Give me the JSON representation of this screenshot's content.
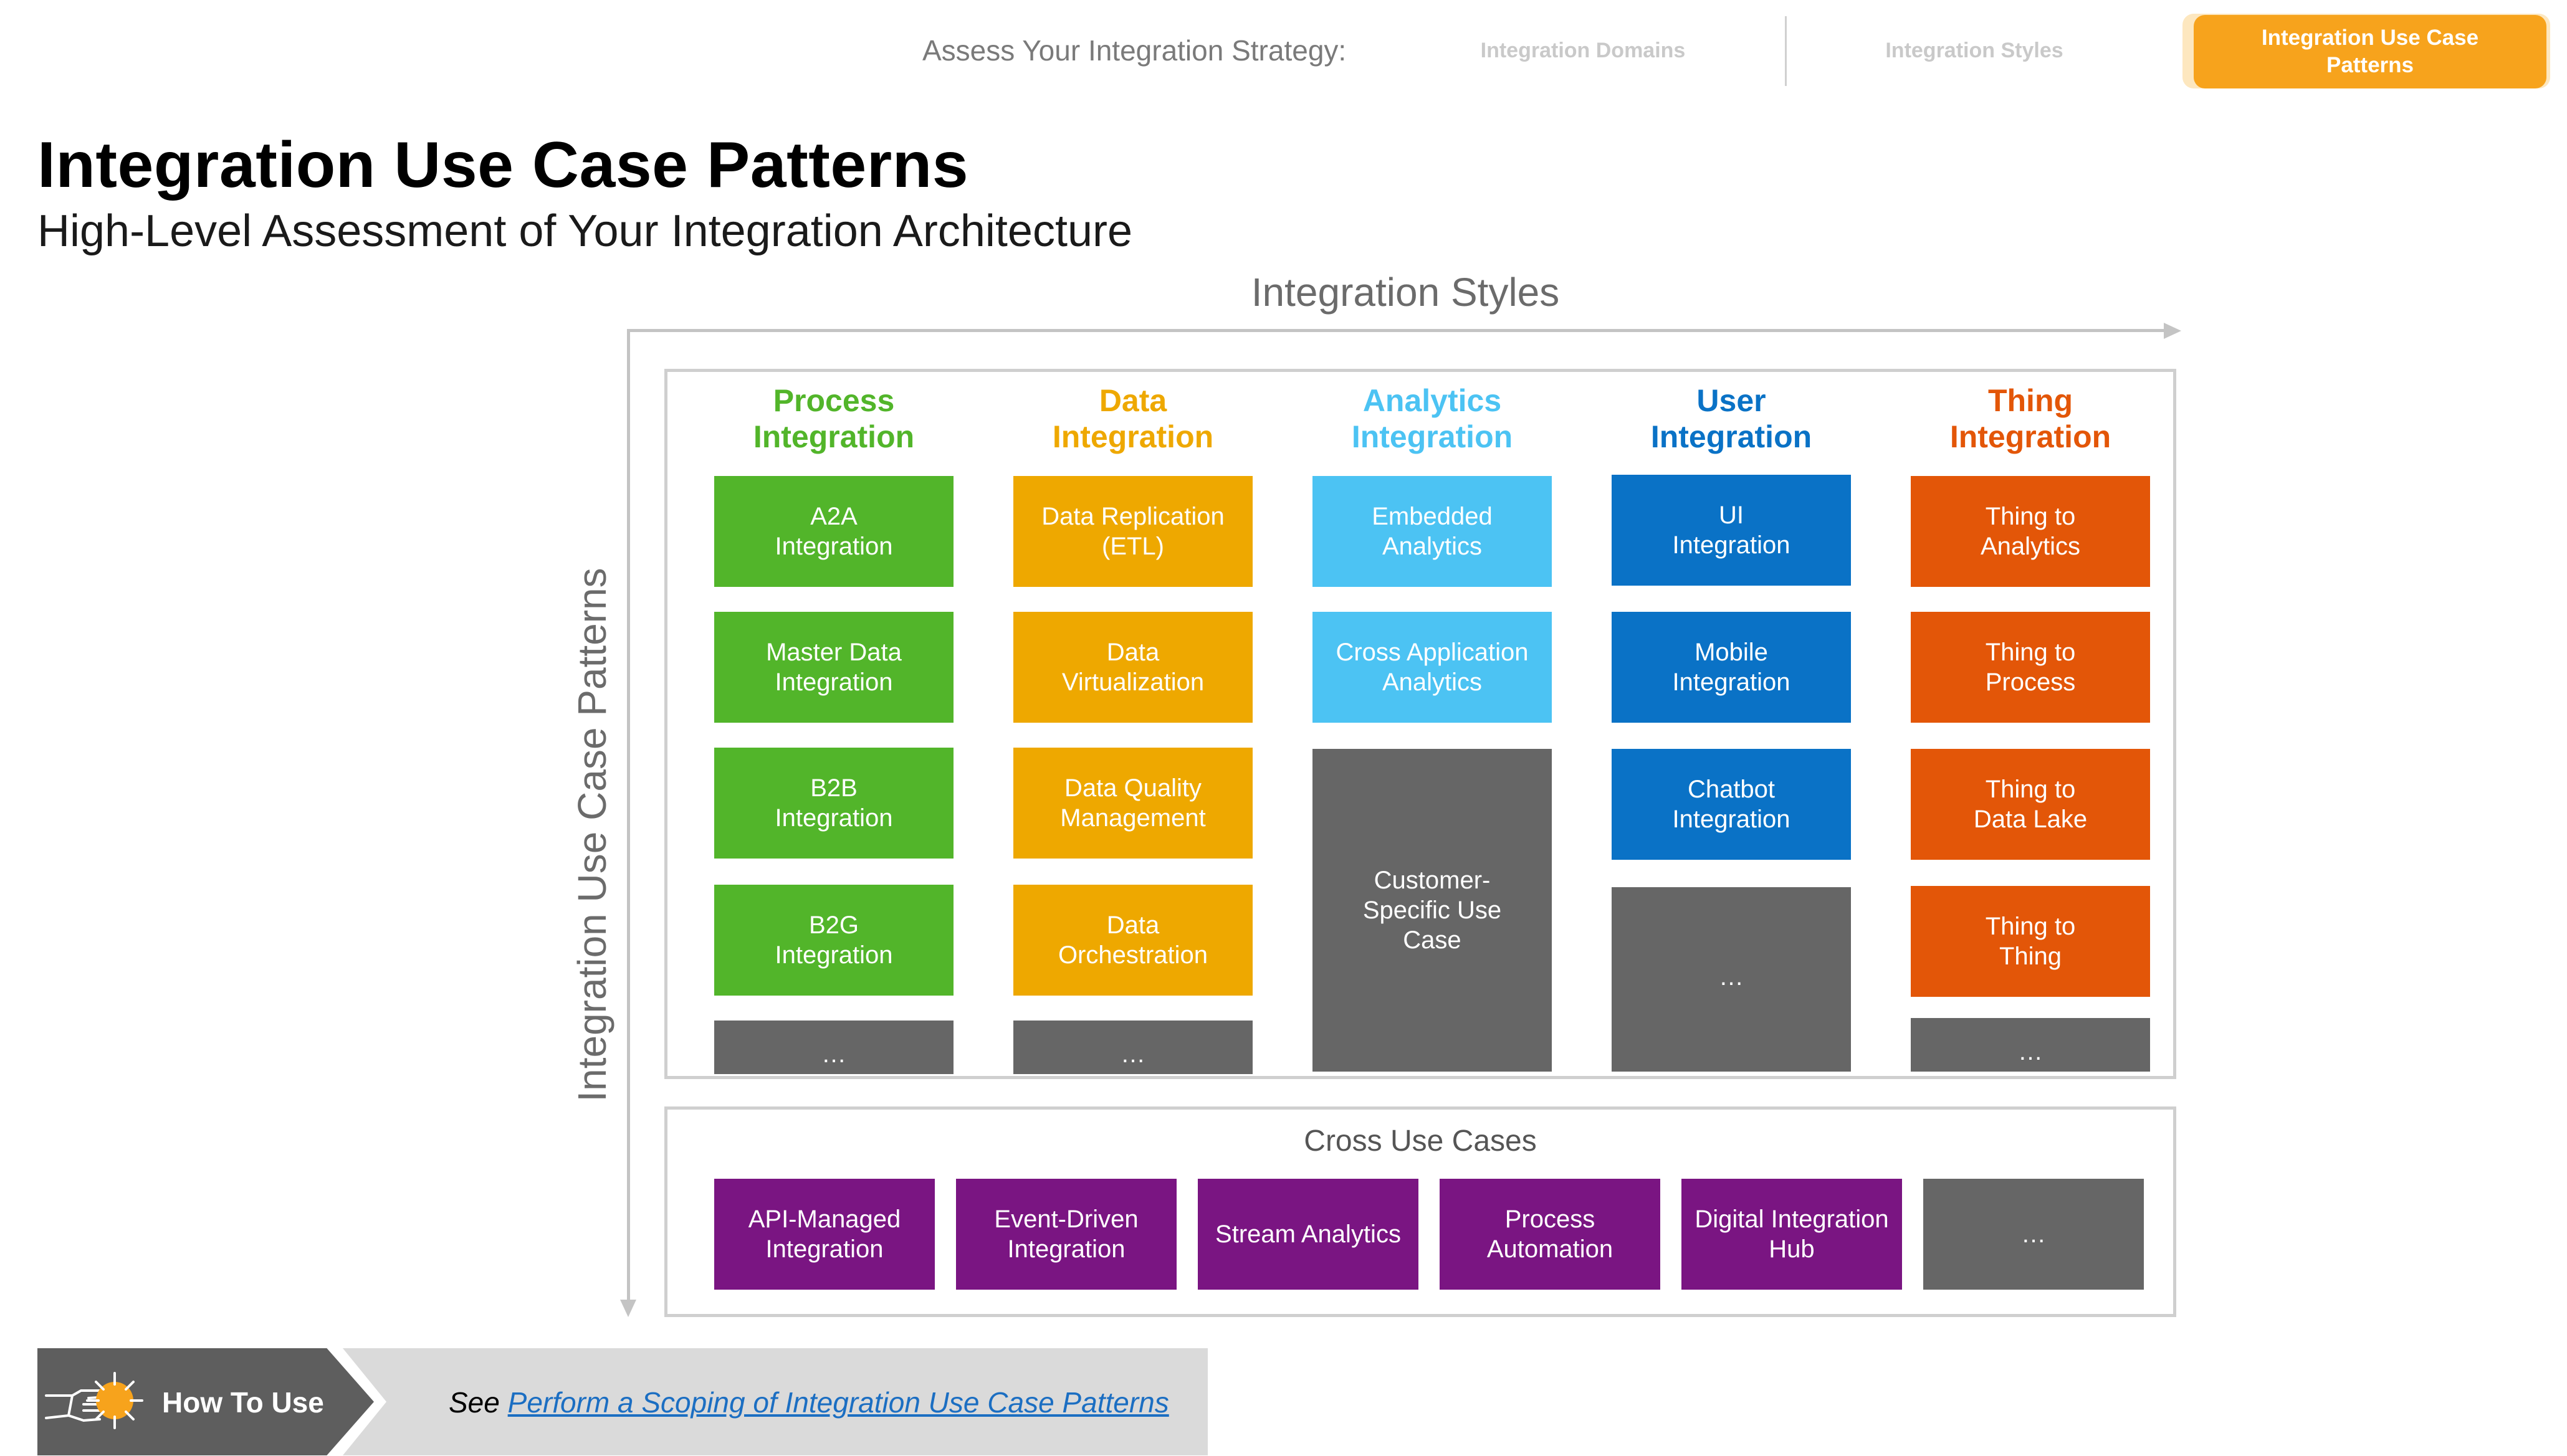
{
  "nav": {
    "prompt": "Assess Your Integration Strategy:",
    "tabs": [
      {
        "label": "Integration Domains",
        "state": "inactive"
      },
      {
        "label": "Integration Styles",
        "state": "inactive"
      },
      {
        "label": "Integration Use Case Patterns",
        "state": "active"
      }
    ],
    "active_color": "#f7a31c",
    "inactive_color": "#c9c9c9"
  },
  "page": {
    "title": "Integration Use Case Patterns",
    "subtitle": "High-Level Assessment of Your Integration Architecture"
  },
  "axes": {
    "x_label": "Integration Styles",
    "y_label": "Integration Use Case Patterns"
  },
  "columns": [
    {
      "header_line1": "Process",
      "header_line2": "Integration",
      "color": "#52b52a",
      "tiles": [
        "A2A\nIntegration",
        "Master Data\nIntegration",
        "B2B\nIntegration",
        "B2G\nIntegration",
        "…"
      ]
    },
    {
      "header_line1": "Data",
      "header_line2": "Integration",
      "color": "#eea800",
      "tiles": [
        "Data Replication\n(ETL)",
        "Data\nVirtualization",
        "Data Quality\nManagement",
        "Data\nOrchestration",
        "…"
      ]
    },
    {
      "header_line1": "Analytics",
      "header_line2": "Integration",
      "color": "#4cc3f3",
      "tiles": [
        "Embedded\nAnalytics",
        "Cross Application\nAnalytics",
        "Customer-\nSpecific Use\nCase"
      ]
    },
    {
      "header_line1": "User",
      "header_line2": "Integration",
      "color": "#0a72c6",
      "tiles": [
        "UI\nIntegration",
        "Mobile\nIntegration",
        "Chatbot\nIntegration",
        "…"
      ]
    },
    {
      "header_line1": "Thing",
      "header_line2": "Integration",
      "color": "#e35608",
      "tiles": [
        "Thing to\nAnalytics",
        "Thing to\nProcess",
        "Thing to\nData Lake",
        "Thing to\nThing",
        "…"
      ]
    }
  ],
  "neutral_color": "#666666",
  "cross": {
    "title": "Cross Use Cases",
    "color": "#7a1582",
    "items": [
      "API-Managed\nIntegration",
      "Event-Driven\nIntegration",
      "Stream Analytics",
      "Process\nAutomation",
      "Digital Integration\nHub",
      "…"
    ]
  },
  "howto": {
    "label": "How To Use",
    "text_prefix": "See ",
    "link_text": "Perform a Scoping of Integration Use Case Patterns",
    "icon": "pointing-hand-icon"
  }
}
